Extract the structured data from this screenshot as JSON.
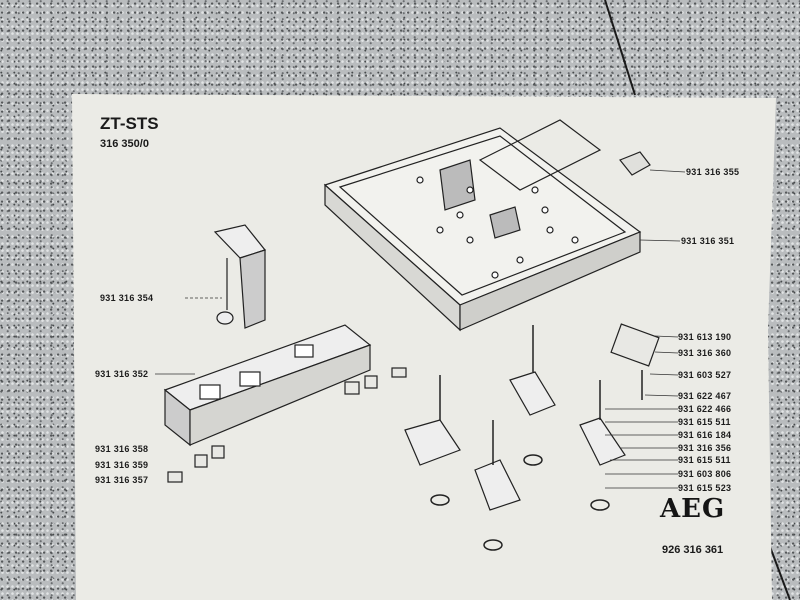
{
  "document": {
    "title": "ZT-STS",
    "subtitle": "316 350/0",
    "brand_logo": "AEG",
    "document_number": "926 316 361"
  },
  "part_labels": {
    "p355": "931 316 355",
    "p351": "931 316 351",
    "p354": "931 316 354",
    "p352": "931 316 352",
    "p358": "931 316 358",
    "p359": "931 316 359",
    "p357": "931 316 357",
    "p190": "931 613 190",
    "p360": "931 316 360",
    "p527": "931 603 527",
    "p467": "931 622 467",
    "p466": "931 622 466",
    "p511a": "931 615 511",
    "p184": "931 616 184",
    "p356": "931 316 356",
    "p511b": "931 615 511",
    "p806": "931 603 806",
    "p523": "931 615 523"
  },
  "colors": {
    "paper": "#ebebe6",
    "ink": "#1c1c1c",
    "table": "#b9bcbe"
  }
}
